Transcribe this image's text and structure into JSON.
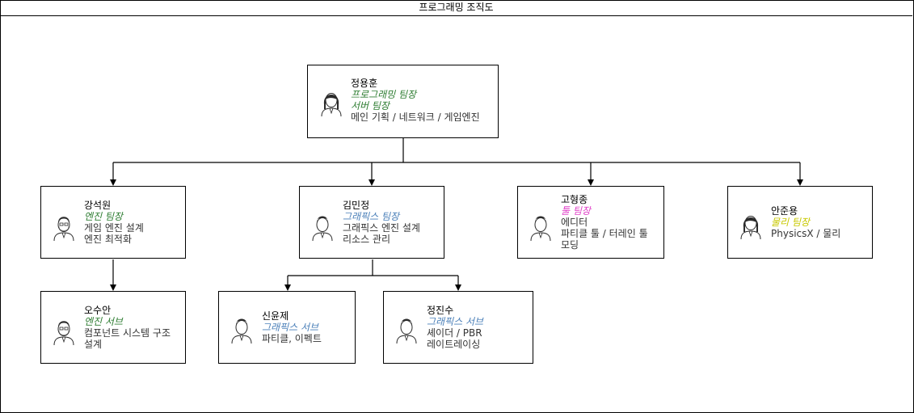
{
  "title": "프로그래밍 조직도",
  "colors": {
    "programming": "#2e7d32",
    "engine": "#2e7d32",
    "graphics": "#4a7fb8",
    "tool": "#e040c8",
    "physics": "#c8c800",
    "border": "#000000"
  },
  "people": {
    "jung": {
      "name": "정용훈",
      "avatar": "female-avatar-icon",
      "roles": [
        {
          "text": "프로그래밍 팀장",
          "color": "#2e7d32"
        },
        {
          "text": "서버 팀장",
          "color": "#2e7d32"
        }
      ],
      "desc": [
        "메인 기획 / 네트워크 / 게임엔진"
      ]
    },
    "kang": {
      "name": "강석원",
      "avatar": "bearded-male-avatar-icon",
      "roles": [
        {
          "text": "엔진 팀장",
          "color": "#2e7d32"
        }
      ],
      "desc": [
        "게임 엔진 설계",
        "엔진 최적화"
      ]
    },
    "kim": {
      "name": "김민정",
      "avatar": "male-avatar-icon",
      "roles": [
        {
          "text": "그래픽스 팀장",
          "color": "#4a7fb8"
        }
      ],
      "desc": [
        "그래픽스 엔진 설계",
        "리소스 관리"
      ]
    },
    "ko": {
      "name": "고형종",
      "avatar": "male-avatar-icon",
      "roles": [
        {
          "text": "툴 팀장",
          "color": "#e040c8"
        }
      ],
      "desc": [
        "에디터",
        "파티클 툴 / 터레인 툴",
        "모딩"
      ]
    },
    "ahn": {
      "name": "안준용",
      "avatar": "female-avatar-icon",
      "roles": [
        {
          "text": "물리 팀장",
          "color": "#c8c800"
        }
      ],
      "desc": [
        "PhysicsX / 물리"
      ]
    },
    "oh": {
      "name": "오수안",
      "avatar": "bearded-male-avatar-icon",
      "roles": [
        {
          "text": "엔진 서브",
          "color": "#2e7d32"
        }
      ],
      "desc": [
        "컴포넌트 시스템 구조",
        "설계"
      ]
    },
    "shin": {
      "name": "신윤제",
      "avatar": "male-avatar-icon",
      "roles": [
        {
          "text": "그래픽스 서브",
          "color": "#4a7fb8"
        }
      ],
      "desc": [
        "파티클, 이펙트"
      ]
    },
    "jungjs": {
      "name": "정진수",
      "avatar": "male-avatar-icon",
      "roles": [
        {
          "text": "그래픽스 서브",
          "color": "#4a7fb8"
        }
      ],
      "desc": [
        "셰이더 / PBR",
        "레이트레이싱"
      ]
    }
  }
}
